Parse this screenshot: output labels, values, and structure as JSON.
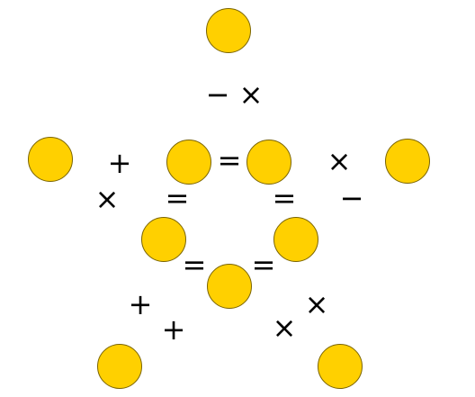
{
  "puzzle": {
    "colors": {
      "circle_fill": "#FFD000",
      "circle_border": "#7a6400",
      "symbol": "#000000"
    },
    "circles": [
      {
        "id": "top",
        "value": ""
      },
      {
        "id": "left",
        "value": ""
      },
      {
        "id": "right",
        "value": ""
      },
      {
        "id": "bottom-left",
        "value": ""
      },
      {
        "id": "bottom-right",
        "value": ""
      },
      {
        "id": "inner-top-left",
        "value": ""
      },
      {
        "id": "inner-top-right",
        "value": ""
      },
      {
        "id": "inner-left",
        "value": ""
      },
      {
        "id": "inner-right",
        "value": ""
      },
      {
        "id": "inner-bottom",
        "value": ""
      }
    ],
    "operators": {
      "top_minus": "−",
      "top_times": "×",
      "left_plus": "+",
      "left_times": "×",
      "right_times": "×",
      "right_minus": "−",
      "inner_top_equals": "=",
      "inner_left_equals": "=",
      "inner_right_equals": "=",
      "inner_bottom_left_equals": "=",
      "inner_bottom_right_equals": "=",
      "bottom_left_plus_1": "+",
      "bottom_left_plus_2": "+",
      "bottom_right_times_1": "×",
      "bottom_right_times_2": "×"
    }
  }
}
